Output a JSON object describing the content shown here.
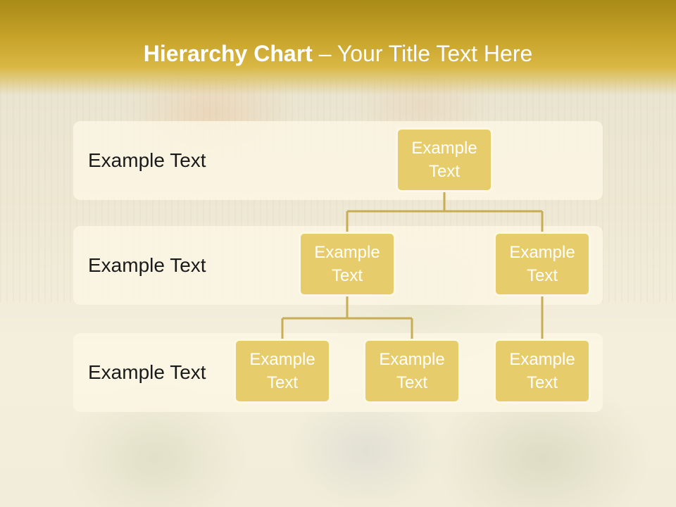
{
  "slide": {
    "title_bold": "Hierarchy Chart",
    "title_rest": " – Your Title Text Here"
  },
  "levels": [
    {
      "label": "Example Text"
    },
    {
      "label": "Example Text"
    },
    {
      "label": "Example Text"
    }
  ],
  "nodes": {
    "root": "Example Text",
    "level2_left": "Example Text",
    "level2_right": "Example Text",
    "level3_a": "Example Text",
    "level3_b": "Example Text",
    "level3_c": "Example Text"
  },
  "colors": {
    "header": "#c7a32a",
    "node_fill": "#e6cc6a",
    "node_border": "#fdf8e6",
    "connector": "#c8ad55",
    "band": "#fcf6e4"
  }
}
